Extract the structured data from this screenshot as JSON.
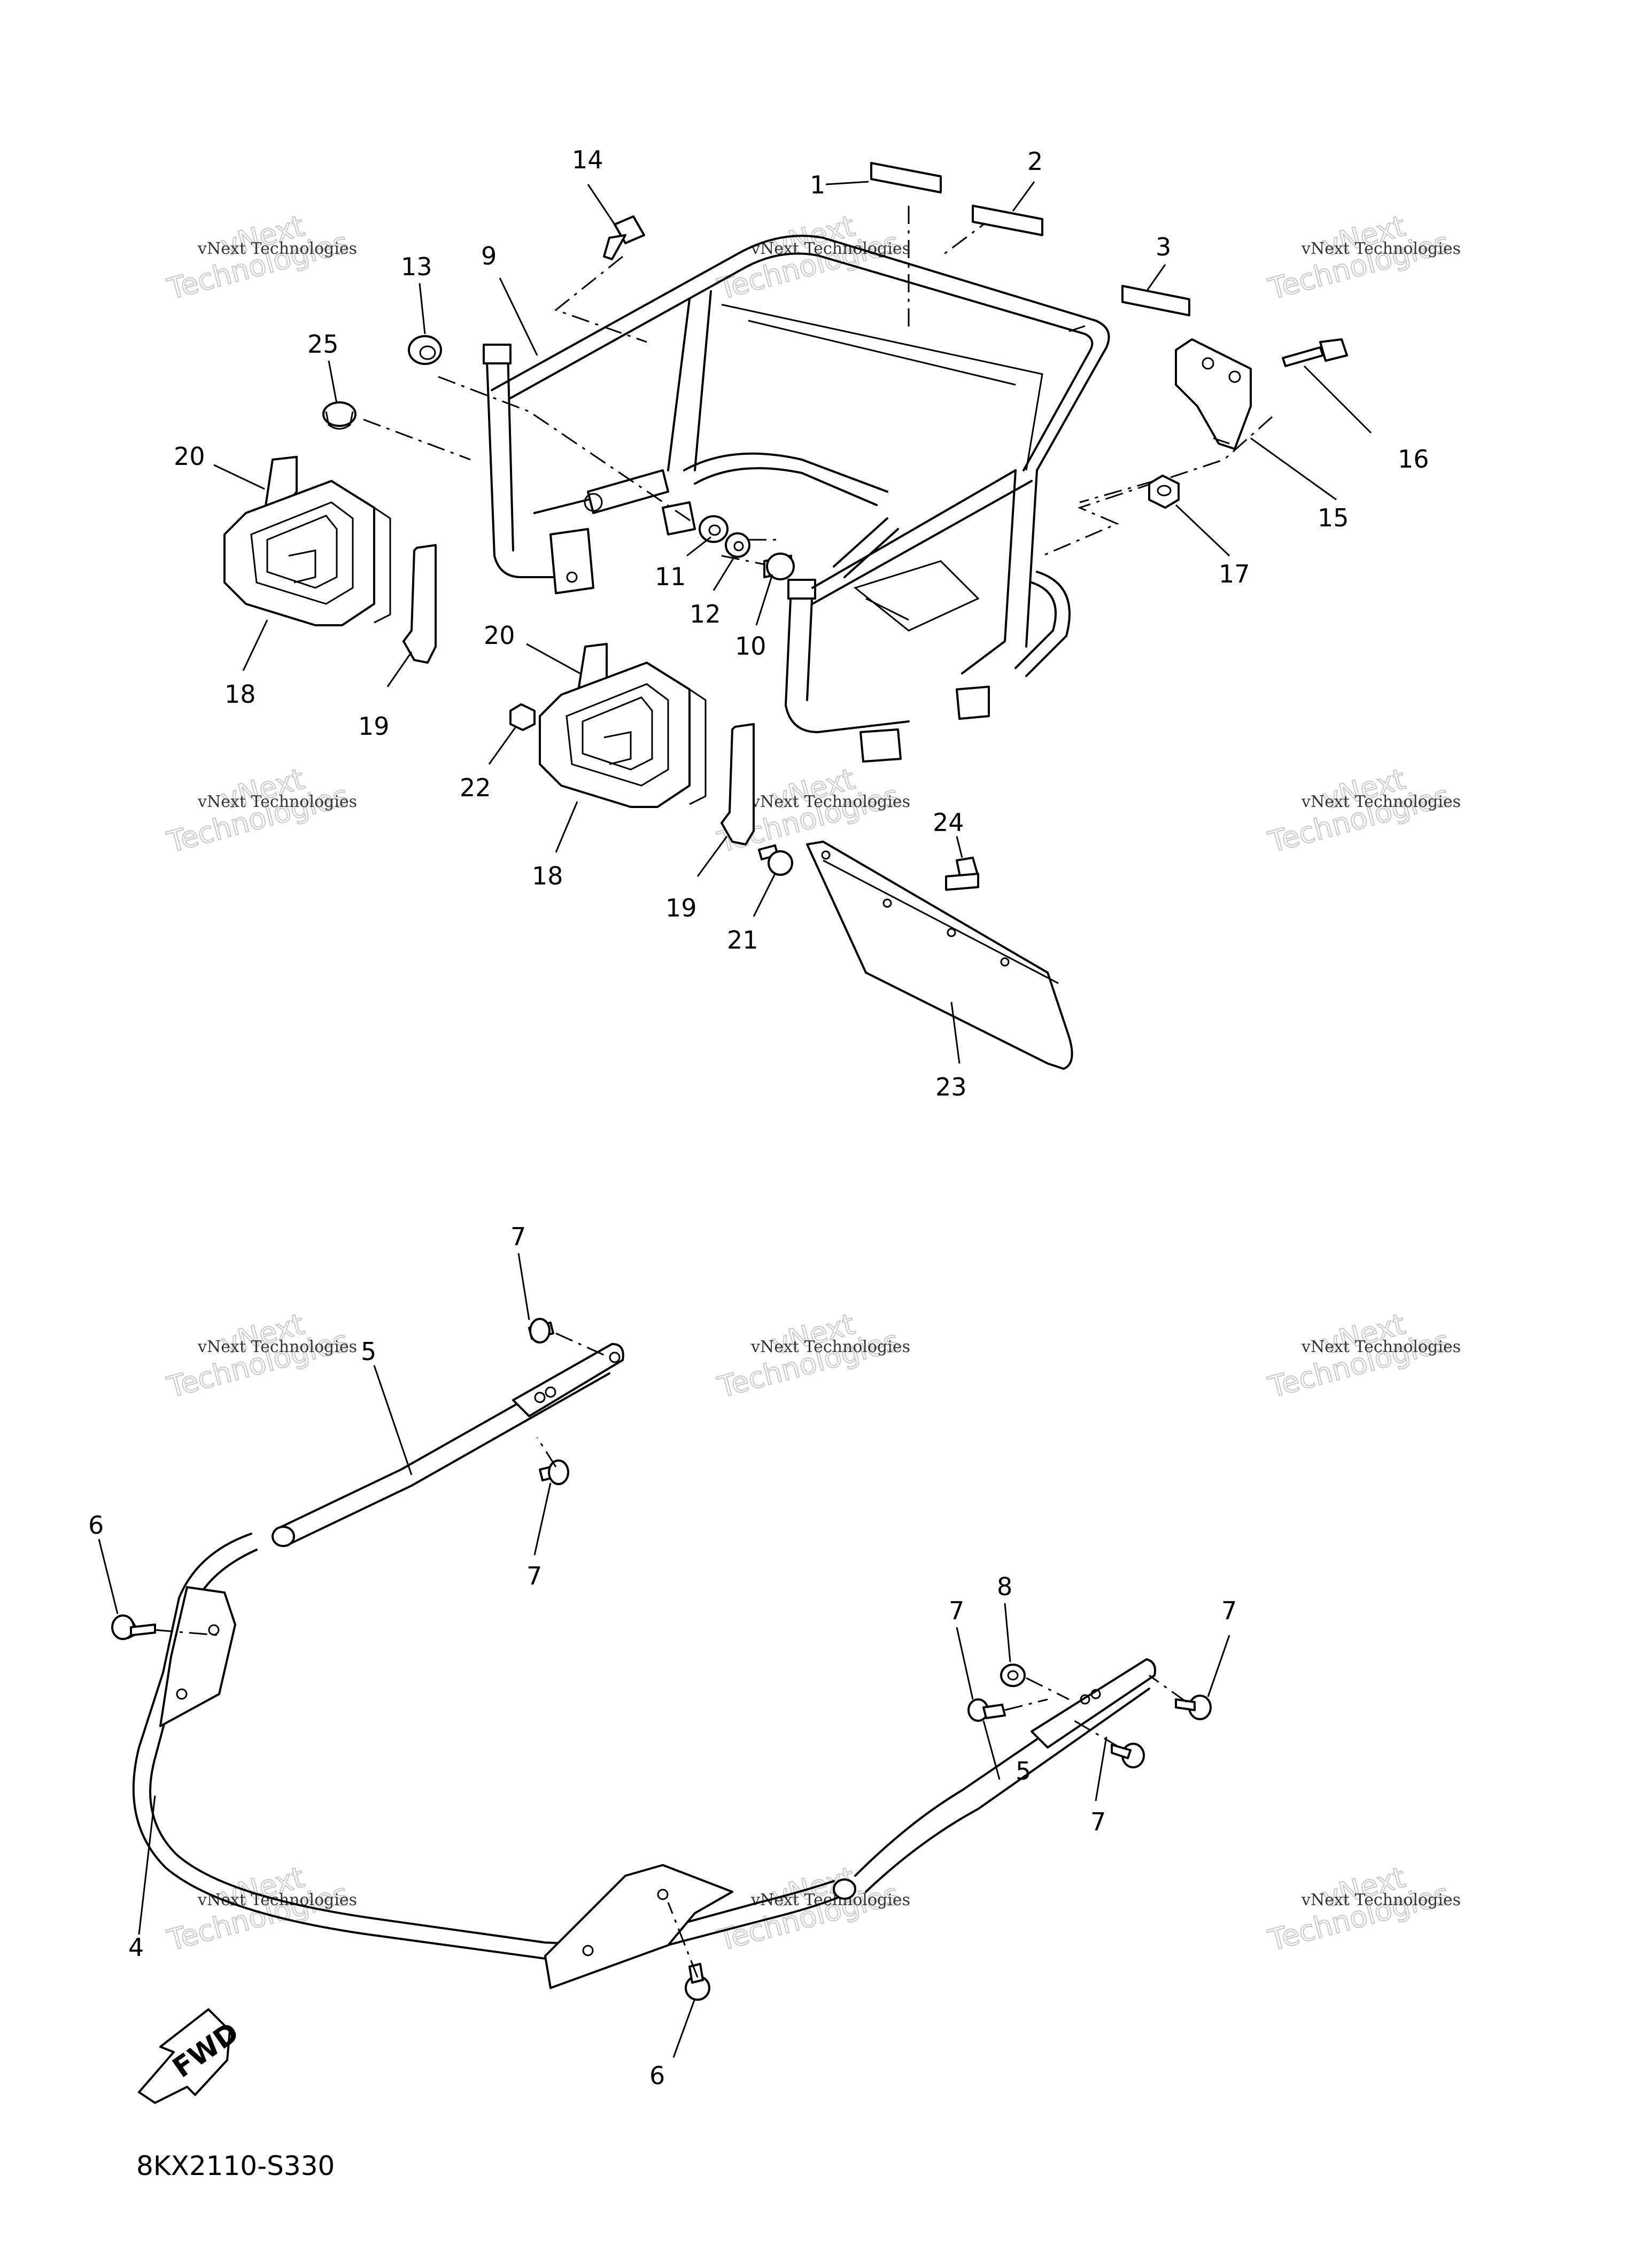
{
  "diagram": {
    "code": "8KX2110-S330",
    "direction_label": "FWD",
    "watermark": {
      "line1": "vNext Technologies",
      "line2": "Technologies",
      "line3": "vNext"
    },
    "callouts": {
      "c1": "1",
      "c2": "2",
      "c3": "3",
      "c4": "4",
      "c5a": "5",
      "c5b": "5",
      "c6a": "6",
      "c6b": "6",
      "c7a": "7",
      "c7b": "7",
      "c7c": "7",
      "c7d": "7",
      "c7e": "7",
      "c8": "8",
      "c9": "9",
      "c10": "10",
      "c11": "11",
      "c12": "12",
      "c13": "13",
      "c14": "14",
      "c15": "15",
      "c16": "16",
      "c17": "17",
      "c18a": "18",
      "c18b": "18",
      "c19a": "19",
      "c19b": "19",
      "c20a": "20",
      "c20b": "20",
      "c21": "21",
      "c22": "22",
      "c23": "23",
      "c24": "24",
      "c25": "25"
    }
  }
}
